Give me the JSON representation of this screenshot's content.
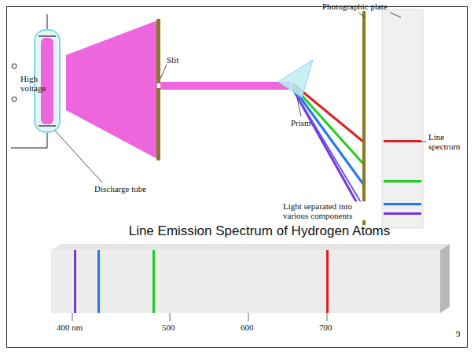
{
  "diagram": {
    "caption": "Line Emission Spectrum of Hydrogen Atoms",
    "labels": [
      "Photographic plate",
      "Slit",
      "High voltage",
      "Line spectrum",
      "Prism",
      "Discharge tube",
      "Light separated into various components",
      "400 nm",
      "500",
      "600",
      "700",
      "9"
    ]
  }
}
